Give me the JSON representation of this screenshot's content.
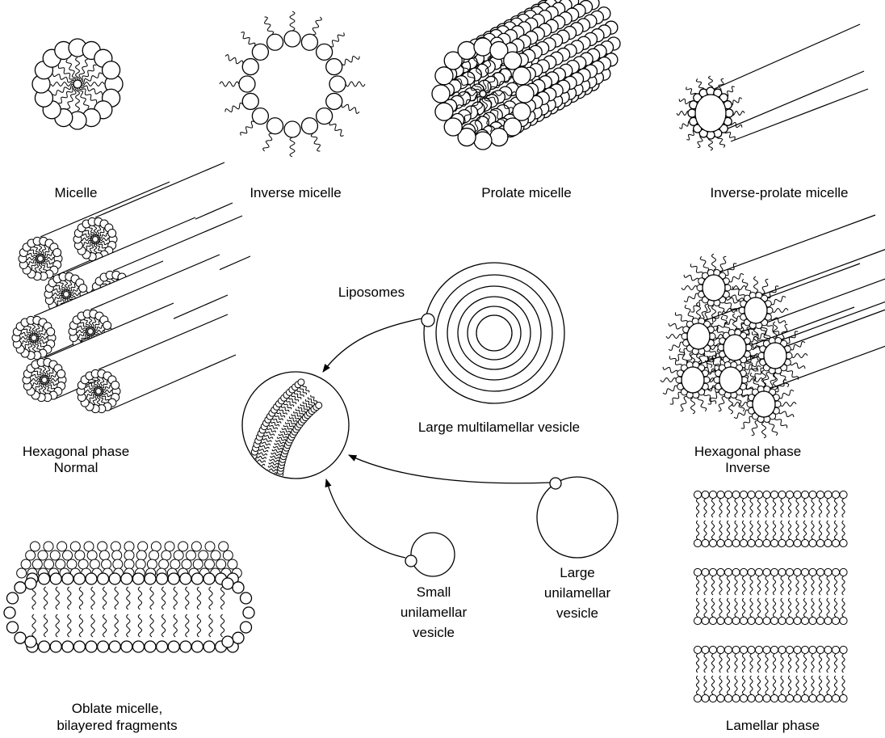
{
  "labels": {
    "micelle": "Micelle",
    "inverse_micelle": "Inverse micelle",
    "prolate_micelle": "Prolate micelle",
    "inverse_prolate_micelle": "Inverse-prolate micelle",
    "hexagonal_normal_line1": "Hexagonal phase",
    "hexagonal_normal_line2": "Normal",
    "liposomes": "Liposomes",
    "large_multilamellar_vesicle": "Large multilamellar vesicle",
    "hexagonal_inverse_line1": "Hexagonal phase",
    "hexagonal_inverse_line2": "Inverse",
    "small_unilamellar_line1": "Small",
    "small_unilamellar_line2": "unilamellar",
    "small_unilamellar_line3": "vesicle",
    "large_unilamellar_line1": "Large",
    "large_unilamellar_line2": "unilamellar",
    "large_unilamellar_line3": "vesicle",
    "oblate_line1": "Oblate micelle,",
    "oblate_line2": "bilayered fragments",
    "lamellar_phase": "Lamellar phase"
  },
  "colors": {
    "ink": "#000000",
    "background": "#ffffff"
  }
}
